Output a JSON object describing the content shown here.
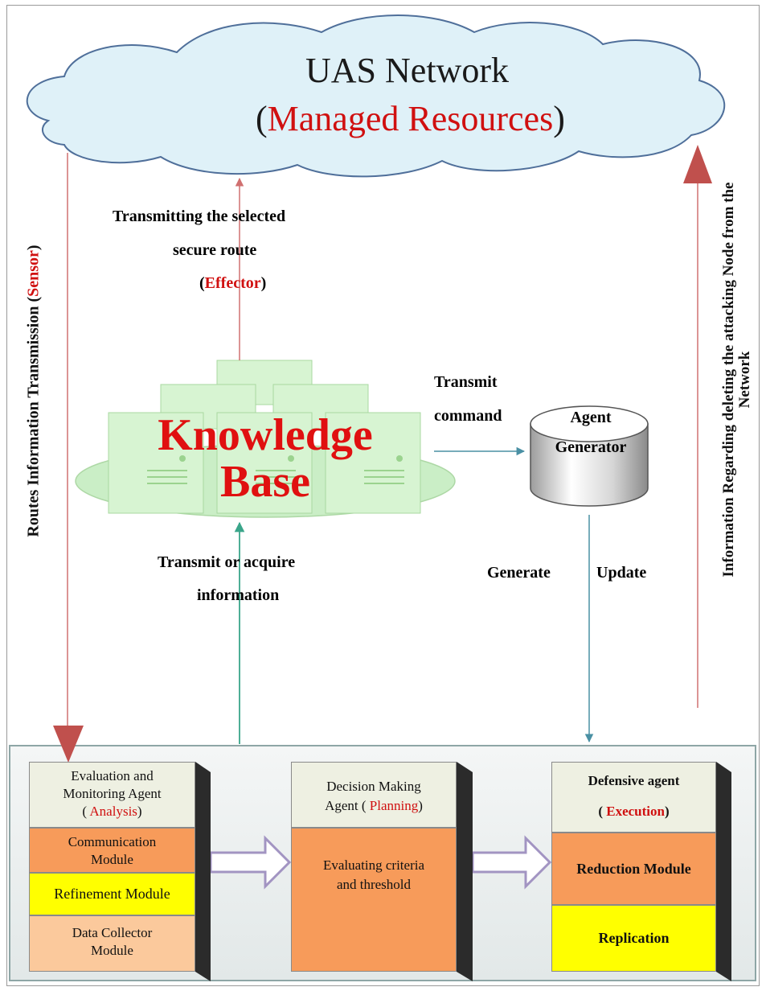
{
  "cloud": {
    "title": "UAS Network",
    "subtitle_open": "(",
    "subtitle_red": "Managed Resources",
    "subtitle_close": ")"
  },
  "labels": {
    "transmit_route_line1": "Transmitting the selected",
    "transmit_route_line2": "secure route",
    "effector_open": "(",
    "effector_red": "Effector",
    "effector_close": ")",
    "transmit_command_line1": "Transmit",
    "transmit_command_line2": "command",
    "transmit_acquire_line1": "Transmit or acquire",
    "transmit_acquire_line2": "information",
    "generate": "Generate",
    "update": "Update",
    "left_vertical_prefix": "Routes Information Transmission (",
    "left_vertical_red": "Sensor",
    "left_vertical_suffix": ")",
    "right_vertical_line1": "Information Regarding deleting the attacking Node from the",
    "right_vertical_line2": "Network"
  },
  "knowledge_base": {
    "line1": "Knowledge",
    "line2": "Base"
  },
  "agent_generator": {
    "line1": "Agent",
    "line2": "Generator"
  },
  "agents": {
    "monitoring": {
      "title_line1": "Evaluation and",
      "title_line2": "Monitoring Agent",
      "title_line3_open": "( ",
      "title_line3_red": "Analysis",
      "title_line3_close": ")",
      "module1_line1": "Communication",
      "module1_line2": "Module",
      "module2": "Refinement Module",
      "module3_line1": "Data Collector",
      "module3_line2": "Module"
    },
    "decision": {
      "title_line1": "Decision Making",
      "title_line2_prefix": "Agent ( ",
      "title_line2_red": "Planning",
      "title_line2_close": ")",
      "body_line1": "Evaluating criteria",
      "body_line2": "and threshold"
    },
    "defensive": {
      "title_line1": "Defensive agent",
      "title_line2_open": "( ",
      "title_line2_red": "Execution",
      "title_line2_close": ")",
      "module1": "Reduction Module",
      "module2": "Replication"
    }
  },
  "colors": {
    "cloud_fill": "#dff1f8",
    "red_arrow": "#c0504d",
    "green_arrow": "#3aa58a",
    "teal_arrow": "#4a90a4",
    "title_cell": "#eef0e2",
    "orange_cell": "#f79b5a",
    "yellow_cell": "#ffff00",
    "peach_cell": "#fbc99c",
    "hollow_arrow": "#a294c2"
  }
}
